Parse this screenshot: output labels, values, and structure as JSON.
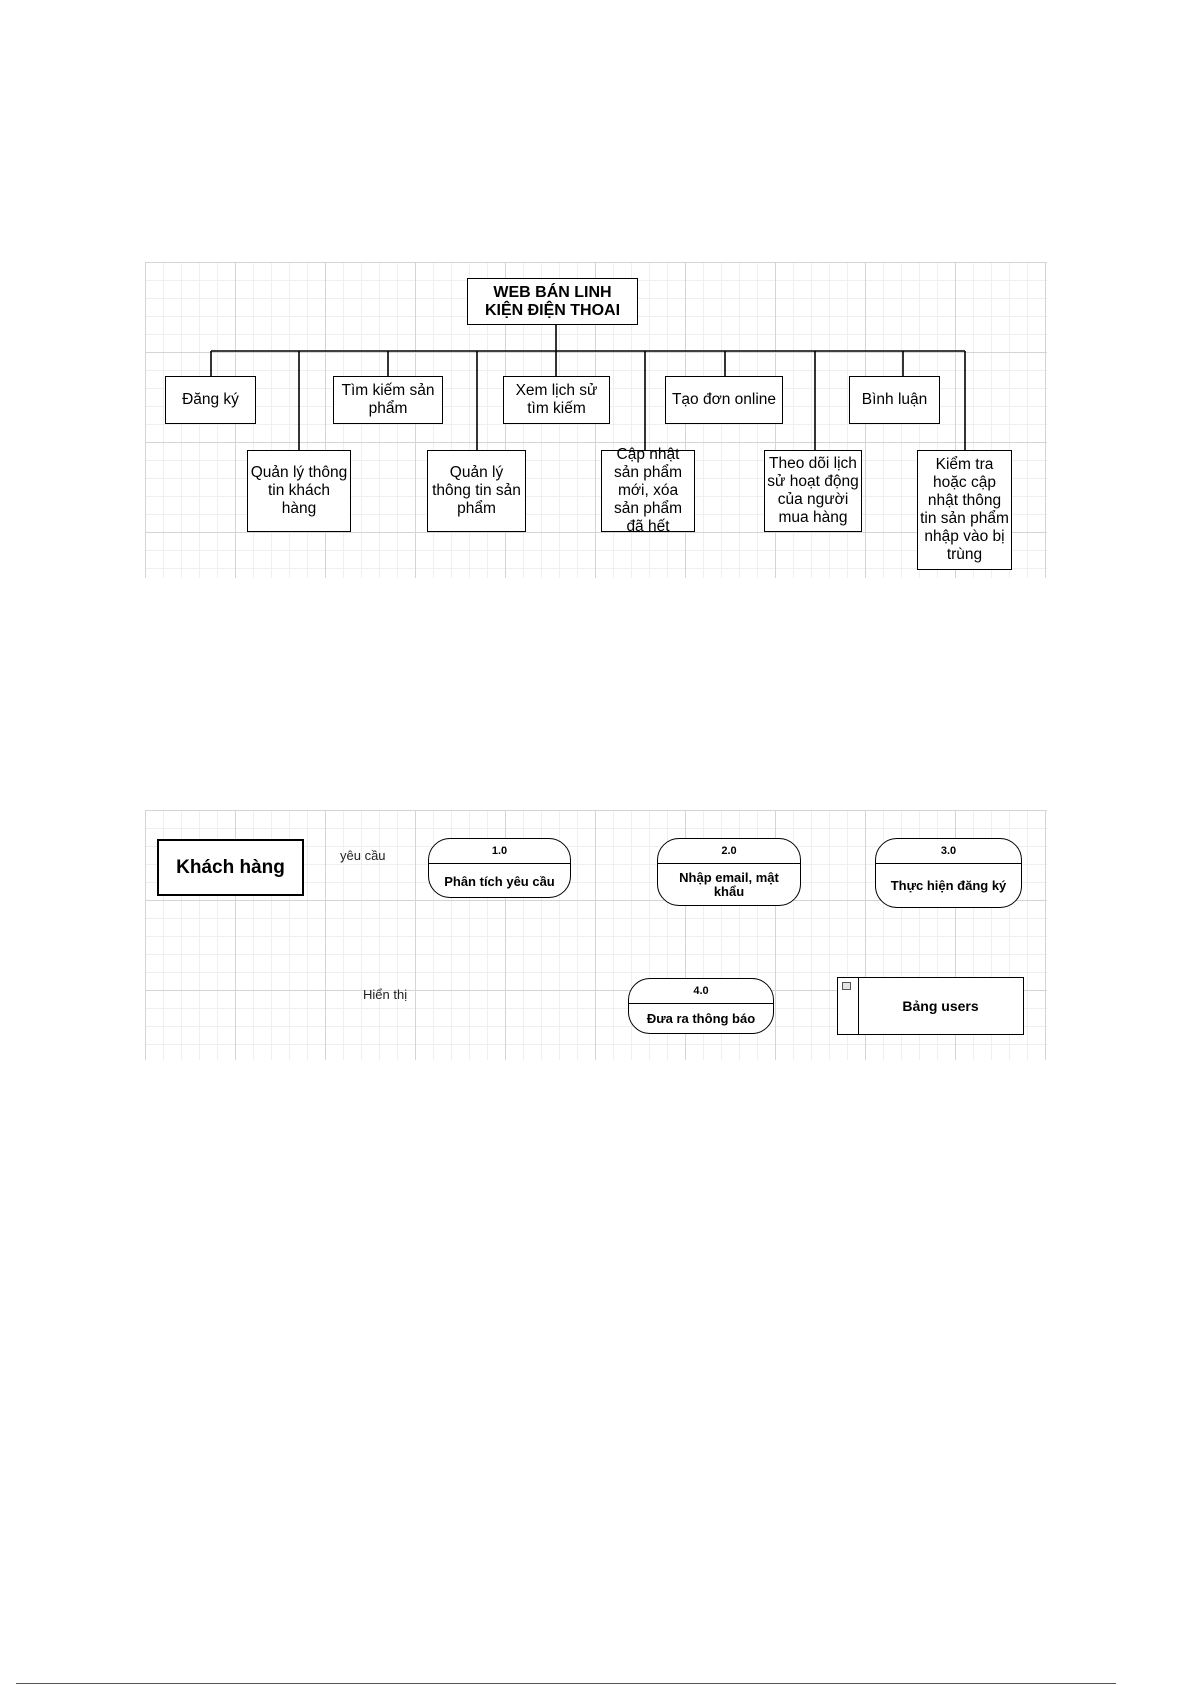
{
  "hierarchy": {
    "root": "WEB BÁN LINH KIỆN ĐIỆN THOAI",
    "nodes": [
      "Đăng ký",
      "Quản lý thông tin khách hàng",
      "Tìm kiếm sản phẩm",
      "Quản lý thông tin sản phẩm",
      "Xem lịch sử tìm kiếm",
      "Cập nhật sản phẩm mới, xóa sản phẩm đã hết",
      "Tạo đơn online",
      "Theo dõi lịch sử hoạt động của người mua hàng",
      "Bình luận",
      "Kiểm tra hoặc cập nhật thông tin sản phẩm nhập vào bị trùng"
    ]
  },
  "dfd": {
    "external_entity": "Khách hàng",
    "processes": [
      {
        "id": "1.0",
        "name": "Phân tích yêu cầu"
      },
      {
        "id": "2.0",
        "name": "Nhập email, mật khẩu"
      },
      {
        "id": "3.0",
        "name": "Thực hiện đăng ký"
      },
      {
        "id": "4.0",
        "name": "Đưa ra thông báo"
      }
    ],
    "data_store": "Bảng users",
    "flow_labels": {
      "request": "yêu cầu",
      "display": "Hiển thị"
    }
  }
}
